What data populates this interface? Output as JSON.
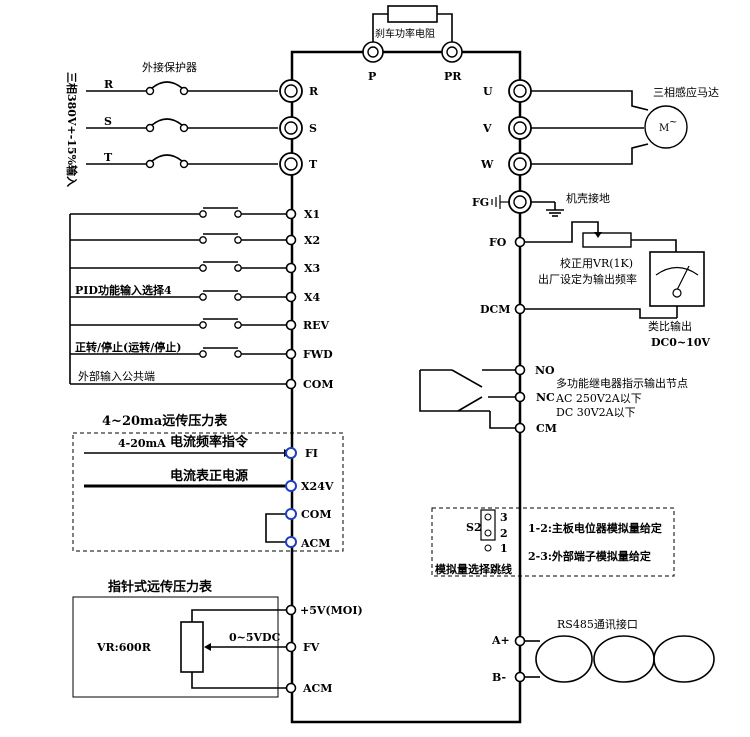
{
  "title_left_vertical": "三相380V+-15%输入",
  "brake": {
    "resistor_label": "刹车功率电阻",
    "p": "P",
    "pr": "PR"
  },
  "power_in": {
    "protector_label": "外接保护器",
    "lines": [
      "R",
      "S",
      "T"
    ],
    "terminals": [
      "R",
      "S",
      "T"
    ]
  },
  "motor_out": {
    "terminals": [
      "U",
      "V",
      "W"
    ],
    "motor_label": "三相感应马达",
    "motor_symbol": "M",
    "motor_tilde": "~"
  },
  "ground": {
    "terminal": "FG",
    "label": "机壳接地"
  },
  "fo": {
    "terminal": "FO",
    "vr_label": "校正用VR(1K)",
    "factory_label": "出厂设定为输出频率",
    "meter_label_1": "类比输出",
    "meter_label_2": "DC0~10V",
    "dcm": "DCM"
  },
  "inputs": {
    "terminals": [
      "X1",
      "X2",
      "X3",
      "X4",
      "REV",
      "FWD",
      "COM"
    ],
    "pid_label": "PID功能输入选择4",
    "fwd_label": "正转/停止(运转/停止)",
    "com_label": "外部输入公共端"
  },
  "relay": {
    "no": "NO",
    "nc": "NC",
    "cm": "CM",
    "desc": "多功能继电器指示输出节点",
    "rating_ac": "AC  250V2A以下",
    "rating_dc": "DC  30V2A以下"
  },
  "current_section": {
    "title": "4~20ma远传压力表",
    "signal": "4-20mA",
    "freq_cmd": "电流频率指令",
    "power_src": "电流表正电源",
    "terminals": [
      "FI",
      "X24V",
      "COM",
      "ACM"
    ]
  },
  "jumper": {
    "s2": "S2",
    "pins": [
      "3",
      "2",
      "1"
    ],
    "opt1": "1-2:主板电位器模拟量给定",
    "opt2": "2-3:外部端子模拟量给定",
    "caption": "模拟量选择跳线"
  },
  "pointer_section": {
    "title": "指针式远传压力表",
    "vr": "VR:600R",
    "voltage": "0~5VDC",
    "terminals": [
      "+5V(MOI)",
      "FV",
      "ACM"
    ]
  },
  "rs485": {
    "label": "RS485通讯接口",
    "a": "A+",
    "b": "B-"
  }
}
